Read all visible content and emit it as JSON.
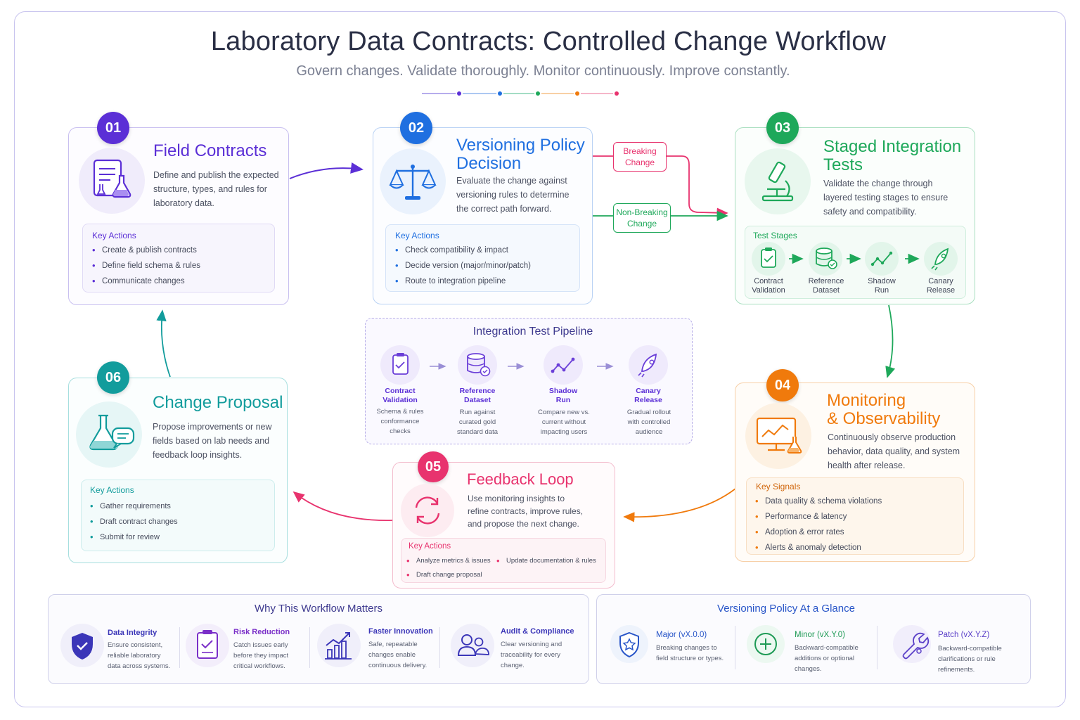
{
  "header": {
    "title": "Laboratory Data Contracts: Controlled Change Workflow",
    "subtitle": "Govern changes. Validate thoroughly. Monitor continuously. Improve constantly."
  },
  "steps": [
    {
      "number": "01",
      "title": "Field Contracts",
      "description": "Define and publish the expected structure, types, and rules for laboratory data.",
      "section_title": "Key Actions",
      "items": [
        "Create & publish contracts",
        "Define field schema & rules",
        "Communicate changes"
      ],
      "color": "#5b2fd6"
    },
    {
      "number": "02",
      "title_line1": "Versioning Policy",
      "title_line2": "Decision",
      "description": "Evaluate the change against versioning rules to determine the correct path forward.",
      "section_title": "Key Actions",
      "items": [
        "Check compatibility & impact",
        "Decide version (major/minor/patch)",
        "Route to integration pipeline"
      ],
      "color": "#1f6fe0"
    },
    {
      "number": "03",
      "title_line1": "Staged Integration",
      "title_line2": "Tests",
      "description": "Validate the change through layered testing stages to ensure safety and compatibility.",
      "section_title": "Test Stages",
      "stages": [
        {
          "line1": "Contract",
          "line2": "Validation",
          "icon": "clipboard-check-icon"
        },
        {
          "line1": "Reference",
          "line2": "Dataset",
          "icon": "database-icon"
        },
        {
          "line1": "Shadow",
          "line2": "Run",
          "icon": "trend-line-icon"
        },
        {
          "line1": "Canary",
          "line2": "Release",
          "icon": "rocket-icon"
        }
      ],
      "color": "#1ea85a"
    },
    {
      "number": "04",
      "title_line1": "Monitoring",
      "title_line2": "& Observability",
      "description": "Continuously observe production behavior, data quality, and system health after release.",
      "section_title": "Key Signals",
      "items": [
        "Data quality & schema violations",
        "Performance & latency",
        "Adoption & error rates",
        "Alerts & anomaly detection"
      ],
      "color": "#f07a0c"
    },
    {
      "number": "05",
      "title": "Feedback Loop",
      "description": "Use monitoring insights to refine contracts, improve rules, and propose the next change.",
      "section_title": "Key Actions",
      "items": [
        "Analyze metrics & issues",
        "Update documentation & rules",
        "Draft change proposal"
      ],
      "color": "#e8336e"
    },
    {
      "number": "06",
      "title": "Change Proposal",
      "description": "Propose improvements or new fields based on lab needs and feedback loop insights.",
      "section_title": "Key Actions",
      "items": [
        "Gather requirements",
        "Draft contract changes",
        "Submit for review"
      ],
      "color": "#129c9c"
    }
  ],
  "routes": {
    "breaking": {
      "line1": "Breaking",
      "line2": "Change"
    },
    "non_breaking": {
      "line1": "Non-Breaking",
      "line2": "Change"
    }
  },
  "pipeline": {
    "title": "Integration Test Pipeline",
    "stages": [
      {
        "line1": "Contract",
        "line2": "Validation",
        "desc": [
          "Schema & rules",
          "conformance",
          "checks"
        ],
        "icon": "clipboard-check-icon"
      },
      {
        "line1": "Reference",
        "line2": "Dataset",
        "desc": [
          "Run against",
          "curated gold",
          "standard data"
        ],
        "icon": "database-icon"
      },
      {
        "line1": "Shadow",
        "line2": "Run",
        "desc": [
          "Compare new vs.",
          "current without",
          "impacting users"
        ],
        "icon": "trend-line-icon"
      },
      {
        "line1": "Canary",
        "line2": "Release",
        "desc": [
          "Gradual rollout",
          "with controlled",
          "audience"
        ],
        "icon": "rocket-icon"
      }
    ]
  },
  "why": {
    "title": "Why This Workflow Matters",
    "items": [
      {
        "title": "Data Integrity",
        "desc": [
          "Ensure consistent,",
          "reliable laboratory",
          "data across systems."
        ],
        "icon": "shield-check-icon",
        "color": "#3b36b8"
      },
      {
        "title": "Risk Reduction",
        "desc": [
          "Catch issues early",
          "before they impact",
          "critical workflows."
        ],
        "icon": "clipboard-check-icon",
        "color": "#7a2fc8"
      },
      {
        "title": "Faster Innovation",
        "desc": [
          "Safe, repeatable",
          "changes enable",
          "continuous delivery."
        ],
        "icon": "growth-chart-icon",
        "color": "#3b36b8"
      },
      {
        "title": "Audit & Compliance",
        "desc": [
          "Clear versioning and",
          "traceability for every",
          "change."
        ],
        "icon": "users-icon",
        "color": "#3b36b8"
      }
    ]
  },
  "versioning": {
    "title": "Versioning Policy At a Glance",
    "items": [
      {
        "title": "Major (vX.0.0)",
        "desc": [
          "Breaking changes to",
          "field structure or types."
        ],
        "icon": "shield-star-icon",
        "color": "#2855c8"
      },
      {
        "title": "Minor (vX.Y.0)",
        "desc": [
          "Backward-compatible",
          "additions or optional",
          "changes."
        ],
        "icon": "plus-circle-icon",
        "color": "#1e9a55"
      },
      {
        "title": "Patch (vX.Y.Z)",
        "desc": [
          "Backward-compatible",
          "clarifications or rule",
          "refinements."
        ],
        "icon": "wrench-icon",
        "color": "#5a3fc8"
      }
    ]
  }
}
